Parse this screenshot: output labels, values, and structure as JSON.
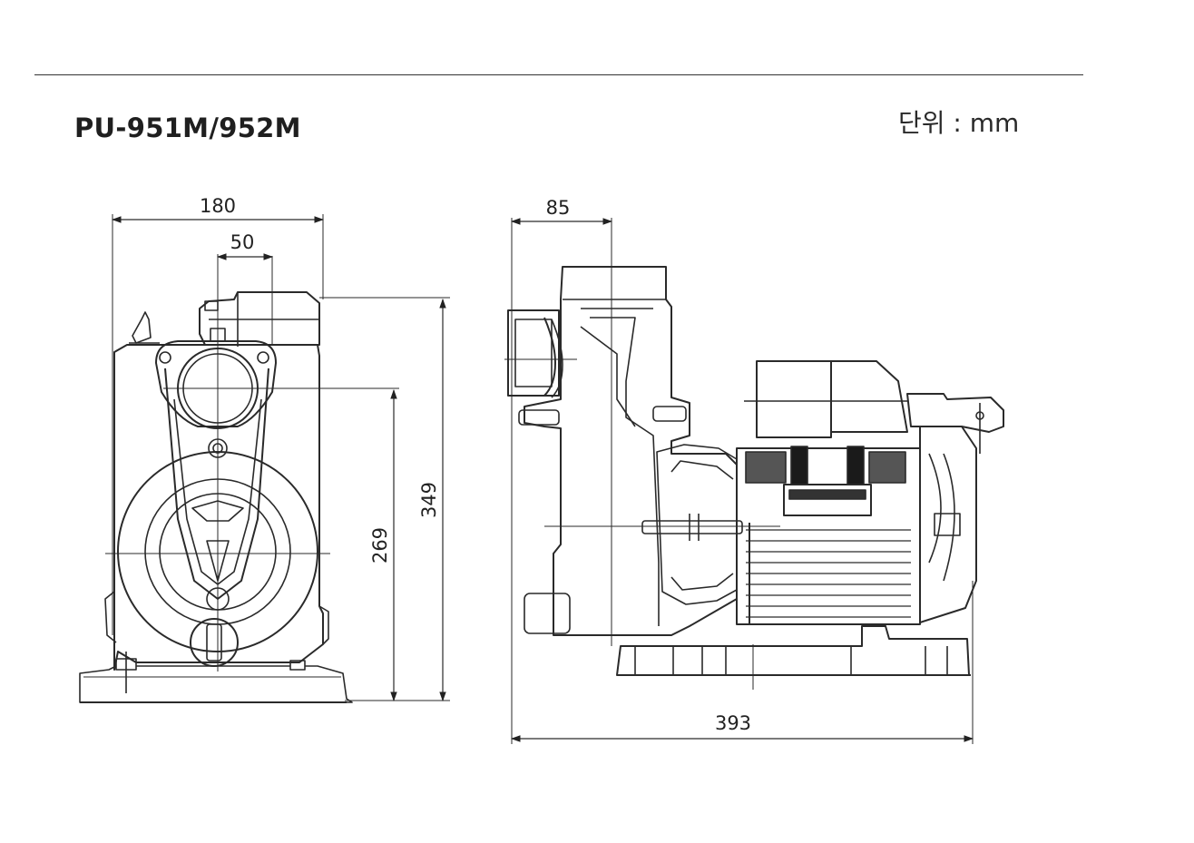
{
  "header": {
    "model": "PU-951M/952M",
    "unit": "단위 : mm"
  },
  "front_view": {
    "dim_width": "180",
    "dim_port": "50",
    "dim_total_height": "349",
    "dim_port_height": "269"
  },
  "side_view": {
    "dim_inlet_offset": "85",
    "dim_total_length": "393"
  }
}
